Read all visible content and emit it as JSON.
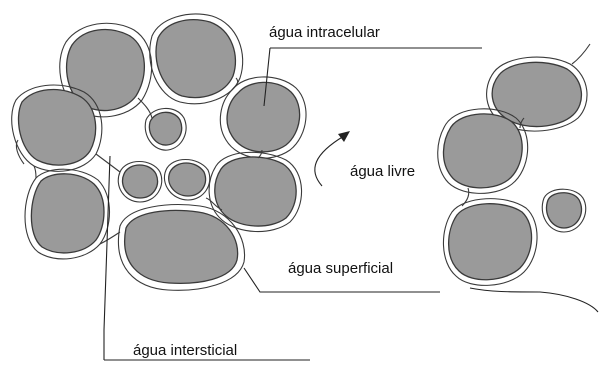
{
  "labels": {
    "intracellular": "água intracelular",
    "free": "água livre",
    "surface": "água superficial",
    "interstitial": "água intersticial"
  },
  "colors": {
    "particle_fill": "#9a9a9a",
    "outline": "#3a3a3a",
    "background": "#ffffff"
  }
}
